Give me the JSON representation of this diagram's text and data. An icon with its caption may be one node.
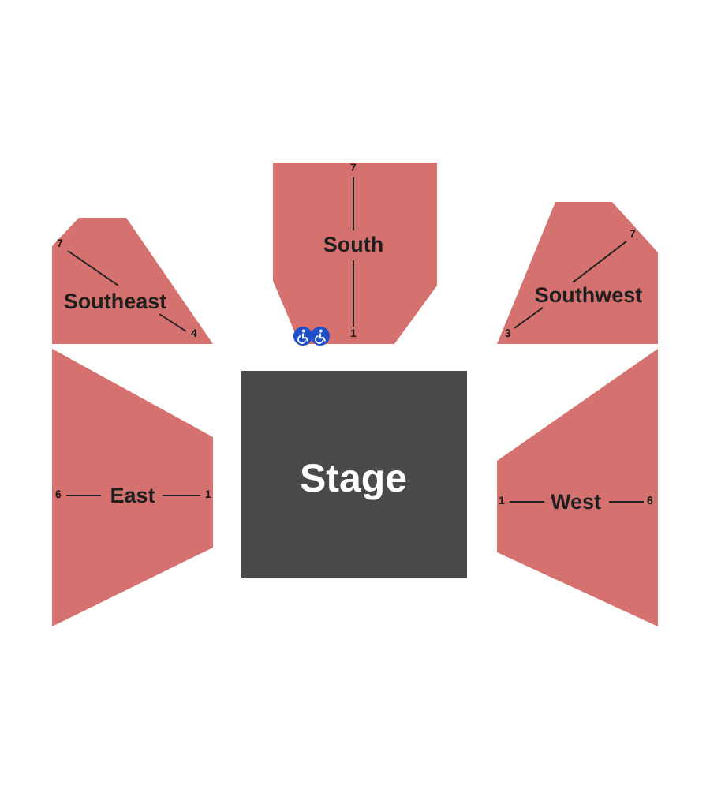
{
  "diagram": {
    "nodes": [
      {
        "text": [
          "7",
          "Southeast",
          "4"
        ]
      },
      {
        "text": [
          "7",
          "South",
          "1"
        ]
      },
      {
        "text": [
          "7",
          "Southwest",
          "3"
        ]
      },
      {
        "text": [
          "6",
          "East",
          "1"
        ]
      },
      {
        "text": [
          "Stage"
        ]
      },
      {
        "text": [
          "1",
          "West",
          "6"
        ]
      }
    ]
  }
}
